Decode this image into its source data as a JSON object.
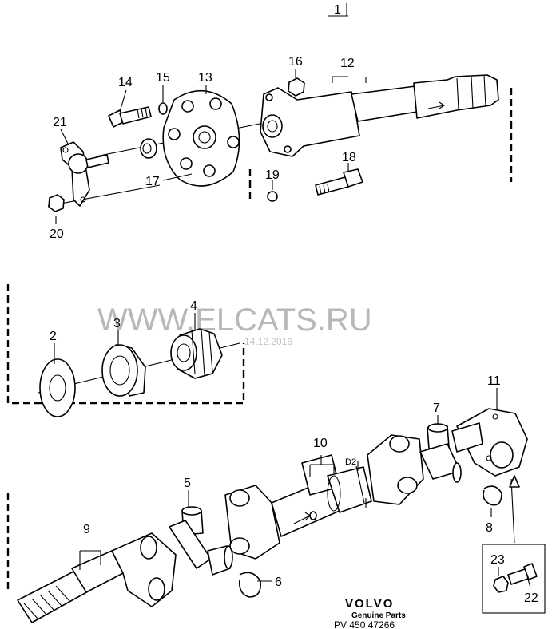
{
  "sheet": {
    "number": "1"
  },
  "watermark": {
    "text": "WWW.ELCATS.RU",
    "date": "14.12.2016"
  },
  "dimension_label": "D2",
  "brand": {
    "name": "VOLVO",
    "tagline": "Genuine Parts",
    "code": "PV 450 47266"
  },
  "callouts": [
    {
      "id": "c1",
      "text": "1"
    },
    {
      "id": "c2",
      "text": "2"
    },
    {
      "id": "c3",
      "text": "3"
    },
    {
      "id": "c4",
      "text": "4"
    },
    {
      "id": "c5",
      "text": "5"
    },
    {
      "id": "c6",
      "text": "6"
    },
    {
      "id": "c7",
      "text": "7"
    },
    {
      "id": "c8",
      "text": "8"
    },
    {
      "id": "c9",
      "text": "9"
    },
    {
      "id": "c10",
      "text": "10"
    },
    {
      "id": "c11",
      "text": "11"
    },
    {
      "id": "c12",
      "text": "12"
    },
    {
      "id": "c13",
      "text": "13"
    },
    {
      "id": "c14",
      "text": "14"
    },
    {
      "id": "c15",
      "text": "15"
    },
    {
      "id": "c16",
      "text": "16"
    },
    {
      "id": "c17",
      "text": "17"
    },
    {
      "id": "c18",
      "text": "18"
    },
    {
      "id": "c19",
      "text": "19"
    },
    {
      "id": "c20",
      "text": "20"
    },
    {
      "id": "c21",
      "text": "21"
    },
    {
      "id": "c22",
      "text": "22"
    },
    {
      "id": "c23",
      "text": "23"
    }
  ]
}
